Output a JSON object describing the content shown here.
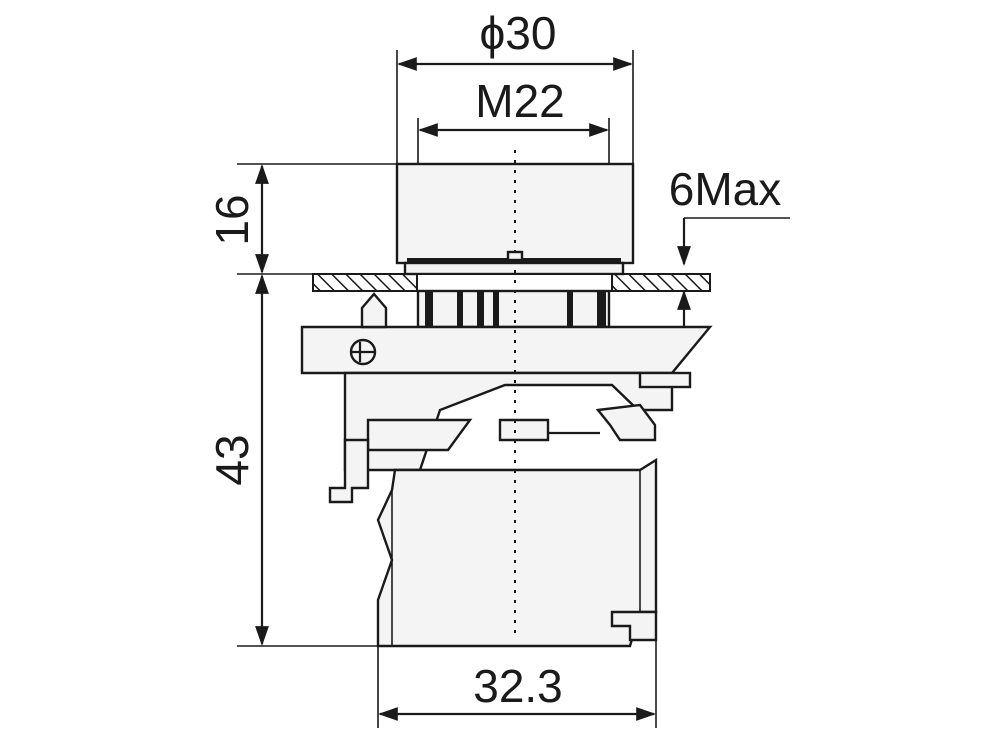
{
  "dimensions": {
    "phi30": "ϕ30",
    "m22": "M22",
    "d16": "16",
    "d6max": "6Max",
    "d43": "43",
    "d32_3": "32.3"
  },
  "colors": {
    "line": "#1a1a1a",
    "body_fill": "#f4f4f4",
    "background": "#ffffff"
  }
}
